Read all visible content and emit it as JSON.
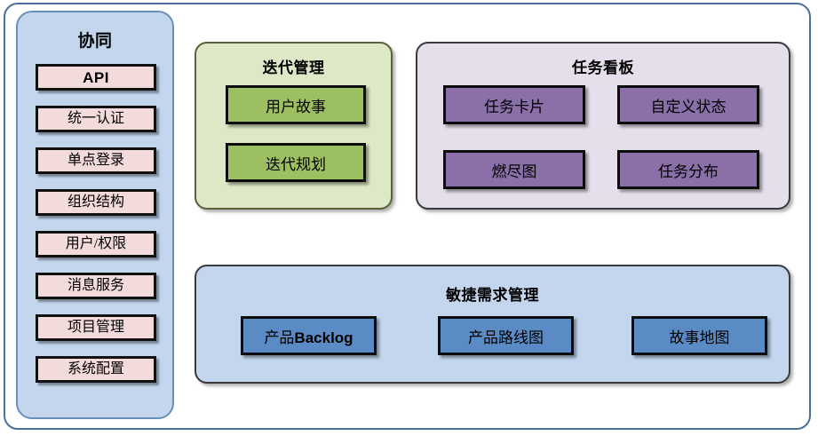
{
  "diagram": {
    "sidebar": {
      "title": "协同",
      "items": [
        {
          "label": "API",
          "style": "bold-latin"
        },
        {
          "label": "统一认证",
          "style": "serif"
        },
        {
          "label": "单点登录",
          "style": "serif"
        },
        {
          "label": "组织结构",
          "style": "serif"
        },
        {
          "label": "用户/权限",
          "style": "serif"
        },
        {
          "label": "消息服务",
          "style": "serif"
        },
        {
          "label": "项目管理",
          "style": "serif"
        },
        {
          "label": "系统配置",
          "style": "serif"
        }
      ],
      "fill": "#c3d6ee",
      "item_fill": "#f2dbda"
    },
    "panels": [
      {
        "id": "iteration",
        "title": "迭代管理",
        "fill": "#dde8c6",
        "box_fill": "#9cbf62",
        "boxes": [
          "用户故事",
          "迭代规划"
        ]
      },
      {
        "id": "taskboard",
        "title": "任务看板",
        "fill": "#e4dfea",
        "box_fill": "#8a6fa8",
        "boxes": [
          "任务卡片",
          "自定义状态",
          "燃尽图",
          "任务分布"
        ]
      },
      {
        "id": "agile",
        "title": "敏捷需求管理",
        "fill": "#c3d6ee",
        "box_fill": "#5b8bc4",
        "boxes": [
          "产品Backlog",
          "产品路线图",
          "故事地图"
        ]
      }
    ],
    "frame": {
      "border_color": "#4a7099",
      "background": "#ffffff"
    }
  }
}
